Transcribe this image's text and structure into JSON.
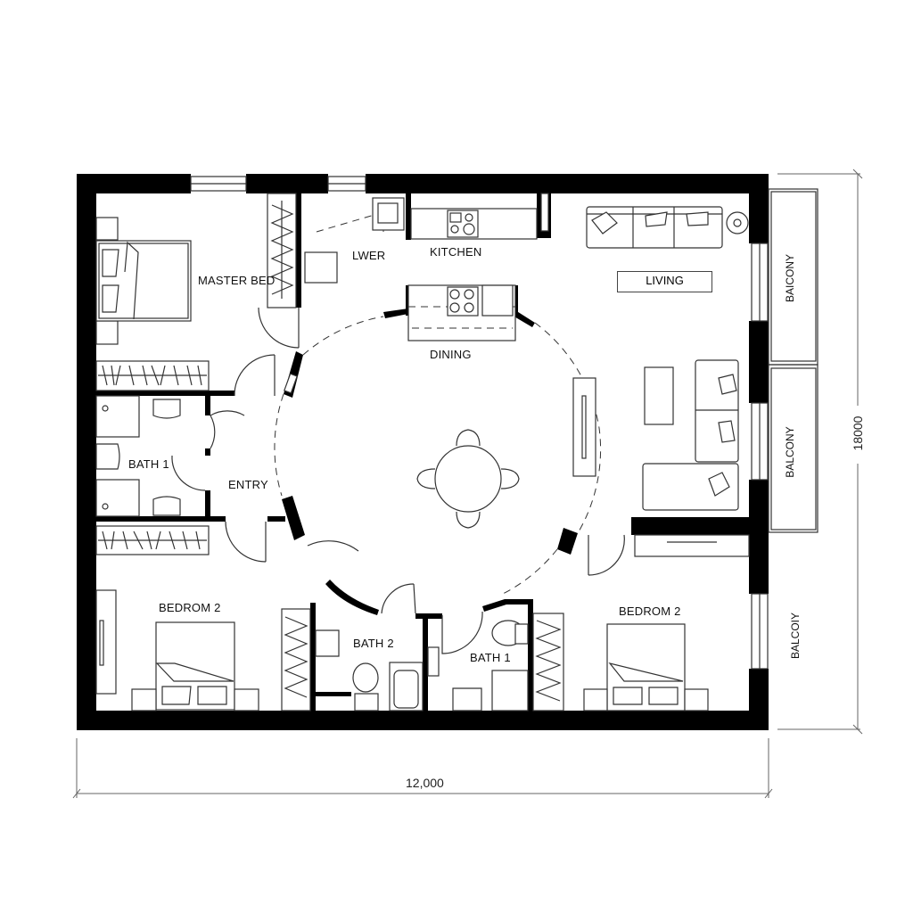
{
  "plan": {
    "rooms": [
      {
        "id": "master-bed",
        "label": "MASTER BED"
      },
      {
        "id": "laundry",
        "label": "LWER"
      },
      {
        "id": "kitchen",
        "label": "KITCHEN"
      },
      {
        "id": "living",
        "label": "LIVING"
      },
      {
        "id": "dining",
        "label": "DINING"
      },
      {
        "id": "bath-1-left",
        "label": "BATH 1"
      },
      {
        "id": "entry",
        "label": "ENTRY"
      },
      {
        "id": "bedroom-2-left",
        "label": "BEDROM 2"
      },
      {
        "id": "bath-2",
        "label": "BATH 2"
      },
      {
        "id": "bath-1-bottom",
        "label": "BATH 1"
      },
      {
        "id": "bedroom-2-right",
        "label": "BEDROM 2"
      }
    ],
    "balconies": [
      {
        "label": "BAICONY"
      },
      {
        "label": "BALCONY"
      },
      {
        "label": "BALCOIY"
      }
    ],
    "dimensions": {
      "width": "12,000",
      "height": "18000"
    }
  },
  "colors": {
    "wall": "#000000",
    "line": "#333333",
    "background": "#ffffff"
  }
}
